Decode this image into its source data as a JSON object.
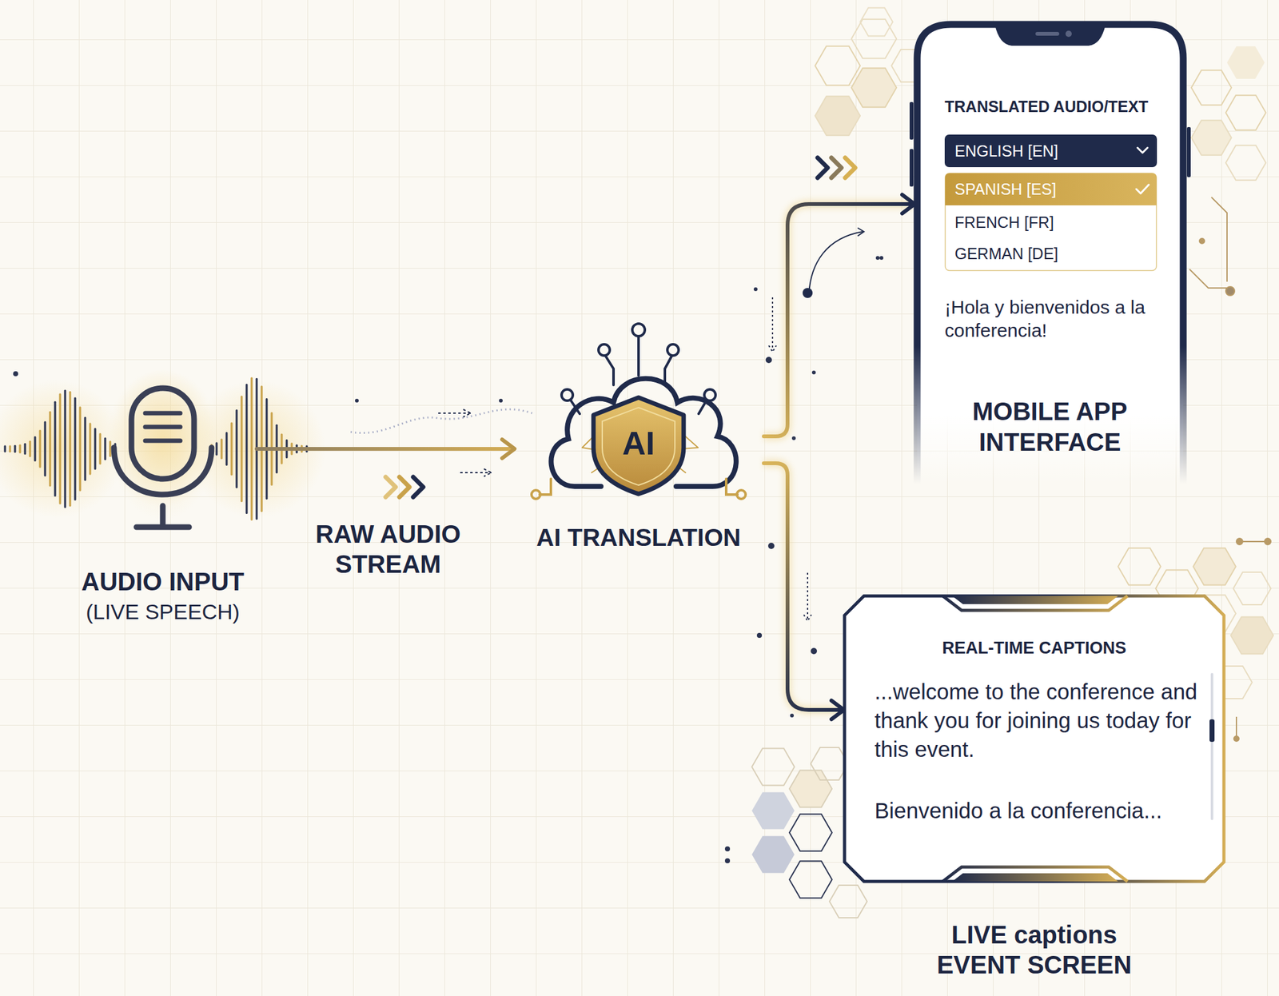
{
  "diagram": {
    "nodes": [
      {
        "text": [
          "AUDIO INPUT",
          "(LIVE SPEECH)"
        ]
      },
      {
        "text": [
          "AI",
          "AI TRANSLATION"
        ]
      },
      {
        "text": [
          "TRANSLATED AUDIO/TEXT",
          "¡Hola y bienvenidos a la conferencia!",
          "MOBILE APP INTERFACE"
        ]
      },
      {
        "text": [
          "ENGLISH [EN]"
        ],
        "in": 2
      },
      {
        "text": [
          "SPANISH [ES]",
          "FRENCH [FR]",
          "GERMAN [DE]"
        ],
        "in": 2
      },
      {
        "text": [
          "REAL-TIME CAPTIONS",
          "...welcome to the conference and thank you for joining us today for this event.",
          "Bienvenido a la conferencia...",
          "LIVE captions EVENT SCREEN"
        ]
      }
    ],
    "edges": [
      {
        "from": 0,
        "to": 1,
        "label": "RAW AUDIO STREAM",
        "arrow": "to"
      },
      {
        "from": 1,
        "to": 2,
        "arrow": "to"
      },
      {
        "from": 1,
        "to": 5,
        "arrow": "to"
      }
    ]
  }
}
